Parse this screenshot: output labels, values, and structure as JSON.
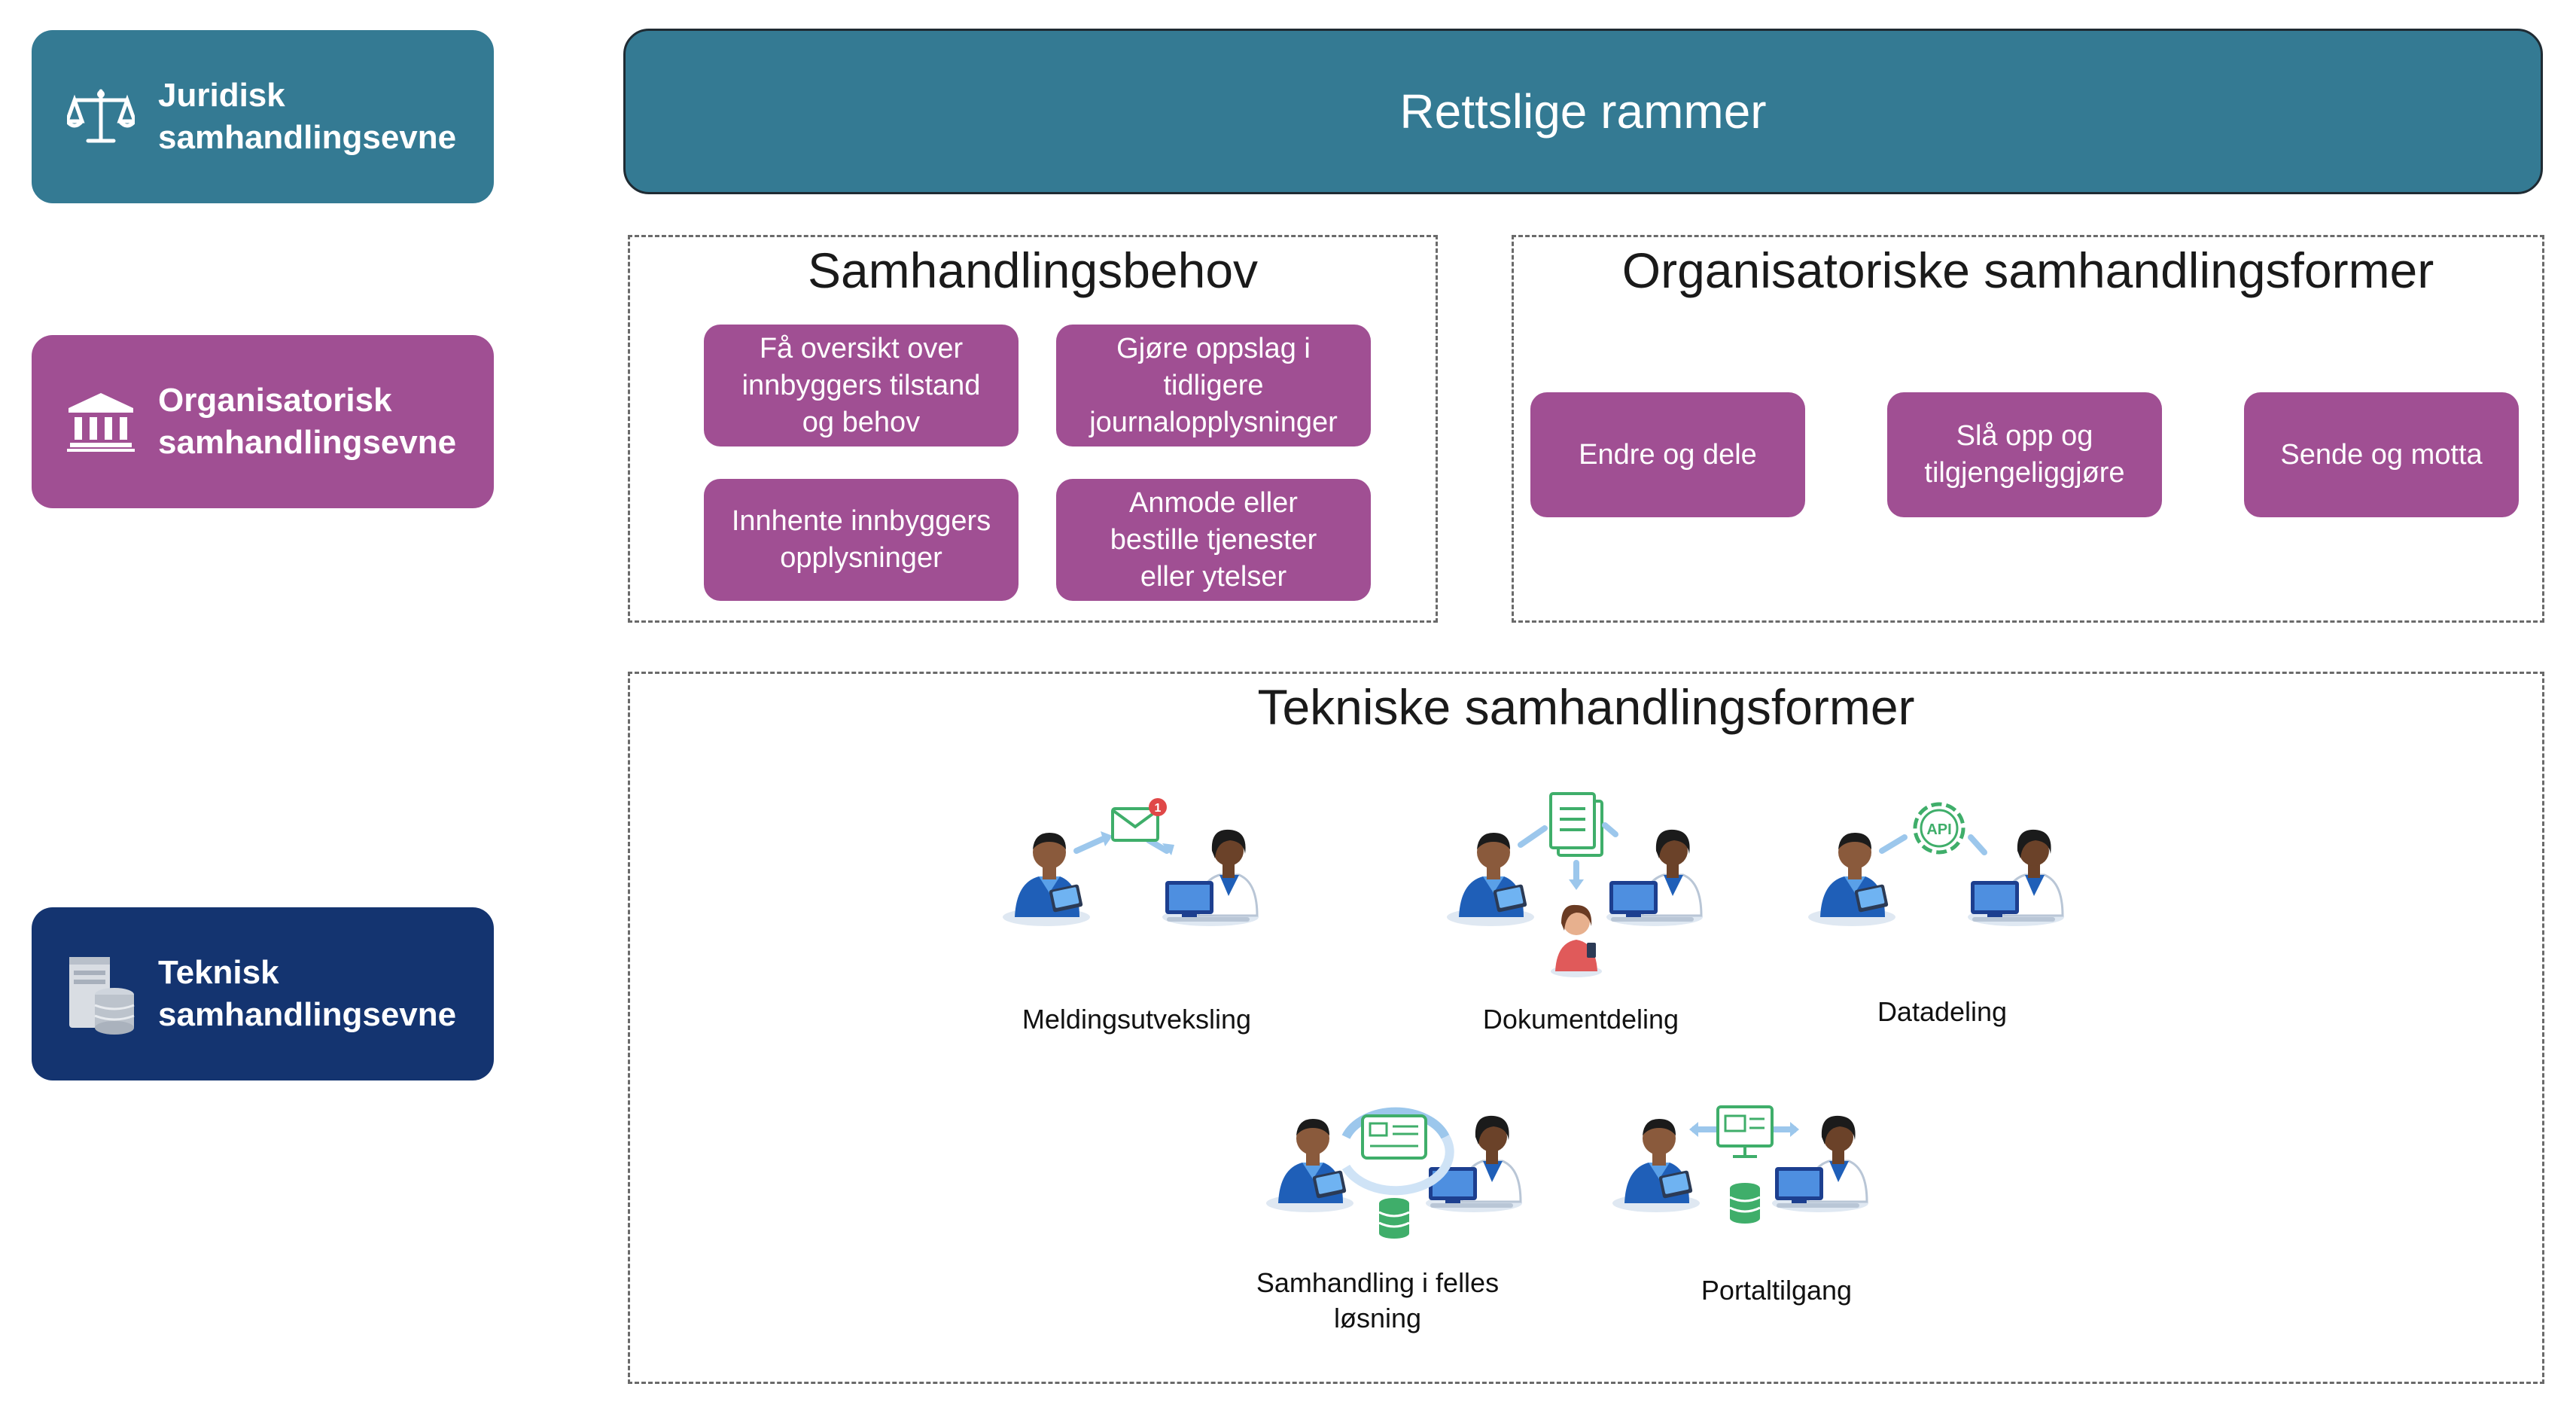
{
  "levels": {
    "legal": {
      "label_line1": "Juridisk",
      "label_line2": "samhandlingsevne",
      "icon": "scales-icon",
      "color": "#347a93"
    },
    "organizational": {
      "label_line1": "Organisatorisk",
      "label_line2": "samhandlingsevne",
      "icon": "institution-icon",
      "color": "#a04f93"
    },
    "technical": {
      "label_line1": "Teknisk",
      "label_line2": "samhandlingsevne",
      "icon": "server-database-icon",
      "color": "#143470"
    }
  },
  "banner": {
    "title": "Rettslige rammer"
  },
  "needs": {
    "title": "Samhandlingsbehov",
    "items": [
      {
        "line1": "Få oversikt over",
        "line2": "innbyggers tilstand",
        "line3": "og behov"
      },
      {
        "line1": "Gjøre oppslag i",
        "line2": "tidligere",
        "line3": "journalopplysninger"
      },
      {
        "line1": "Innhente innbyggers",
        "line2": "opplysninger",
        "line3": ""
      },
      {
        "line1": "Anmode eller",
        "line2": "bestille tjenester",
        "line3": "eller ytelser"
      }
    ]
  },
  "org_forms": {
    "title": "Organisatoriske samhandlingsformer",
    "items": [
      {
        "line1": "Endre og dele",
        "line2": ""
      },
      {
        "line1": "Slå opp og",
        "line2": "tilgjengeliggjøre"
      },
      {
        "line1": "Sende og motta",
        "line2": ""
      }
    ]
  },
  "tech_forms": {
    "title": "Tekniske samhandlingsformer",
    "items": [
      {
        "line1": "Meldingsutveksling",
        "line2": "",
        "icon": "message-exchange-icon"
      },
      {
        "line1": "Dokumentdeling",
        "line2": "",
        "icon": "document-sharing-icon"
      },
      {
        "line1": "Datadeling",
        "line2": "",
        "icon": "api-data-sharing-icon"
      },
      {
        "line1": "Samhandling i felles",
        "line2": "løsning",
        "icon": "shared-solution-icon"
      },
      {
        "line1": "Portaltilgang",
        "line2": "",
        "icon": "portal-access-icon"
      }
    ],
    "api_badge": "API",
    "notification_count": "1"
  },
  "colors": {
    "teal": "#347a93",
    "purple": "#a04f93",
    "navy": "#143470",
    "icon_green": "#3fae6a",
    "arrow_blue": "#9cc7ec"
  }
}
